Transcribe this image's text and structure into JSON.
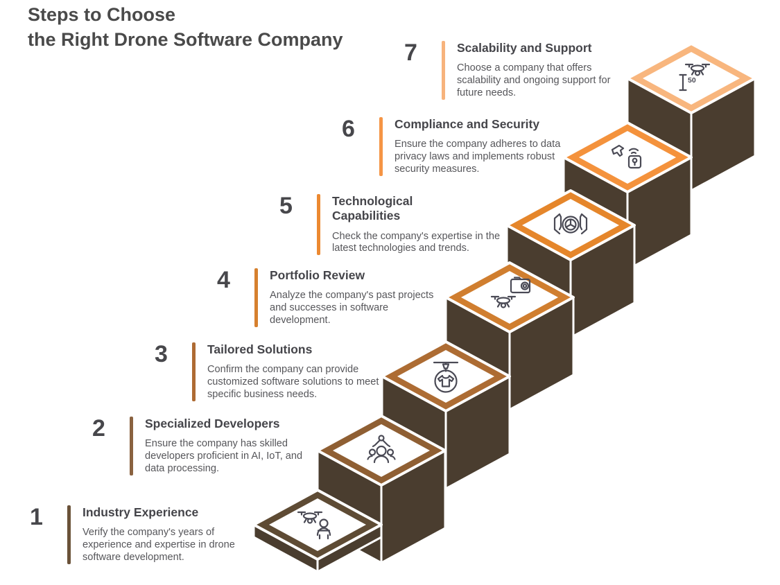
{
  "title": "Steps to Choose\nthe Right Drone Software Company",
  "stair": {
    "side_color": "#4a3d2f",
    "top_face_color": "#ffffff",
    "icon_color": "#4a4a55"
  },
  "text_colors": {
    "heading": "#4a4a4a",
    "number": "#47474b",
    "body": "#56565a"
  },
  "steps": [
    {
      "number": "1",
      "title": "Industry Experience",
      "description": "Verify the company's years of experience and expertise in drone software development.",
      "bar_color": "#6a5239",
      "diamond_color": "#5e4b34",
      "icon": "drone-operator-icon"
    },
    {
      "number": "2",
      "title": "Specialized Developers",
      "description": "Ensure the company has skilled developers proficient in AI, IoT, and data processing.",
      "bar_color": "#8a6240",
      "diamond_color": "#8f5f33",
      "icon": "drone-claw-team-icon"
    },
    {
      "number": "3",
      "title": "Tailored Solutions",
      "description": "Confirm the company can provide customized software solutions to meet specific business needs.",
      "bar_color": "#ae6b33",
      "diamond_color": "#ad6c33",
      "icon": "drone-tshirt-delivery-icon"
    },
    {
      "number": "4",
      "title": "Portfolio Review",
      "description": "Analyze the company's past projects and successes in software development.",
      "bar_color": "#d6802e",
      "diamond_color": "#d07e2f",
      "icon": "drone-camera-icon"
    },
    {
      "number": "5",
      "title": "Technological\nCapabilities",
      "description": "Check the company's expertise in the latest technologies and trends.",
      "bar_color": "#ec8931",
      "diamond_color": "#e5862b",
      "icon": "tech-drone-icon"
    },
    {
      "number": "6",
      "title": "Compliance and Security",
      "description": "Ensure the company adheres to data privacy laws and implements robust security measures.",
      "bar_color": "#f59545",
      "diamond_color": "#f4923c",
      "icon": "plane-security-lock-icon"
    },
    {
      "number": "7",
      "title": "Scalability and Support",
      "description": "Choose a company that offers scalability and ongoing support for future needs.",
      "bar_color": "#f7b37c",
      "diamond_color": "#f8b67e",
      "icon": "drone-altitude-ruler-icon",
      "icon_label": "50"
    }
  ]
}
